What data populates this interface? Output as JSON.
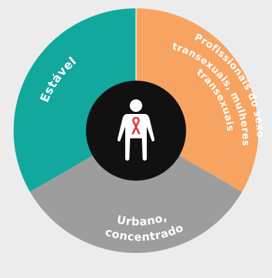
{
  "diagram": {
    "segments": [
      {
        "id": "stable",
        "label_lines": [
          "Estável"
        ],
        "color": "#13a89e"
      },
      {
        "id": "sex-workers",
        "label_lines": [
          "Profissionais do sexo",
          "transexuais, mulheres",
          "transexuais"
        ],
        "color": "#f7a462"
      },
      {
        "id": "urban",
        "label_lines": [
          "Urbano,",
          "concentrado"
        ],
        "color": "#9d9d9d"
      }
    ],
    "center": {
      "background": "#111111",
      "icon": "person-with-ribbon-icon",
      "ribbon_color": "#e0424a"
    }
  }
}
